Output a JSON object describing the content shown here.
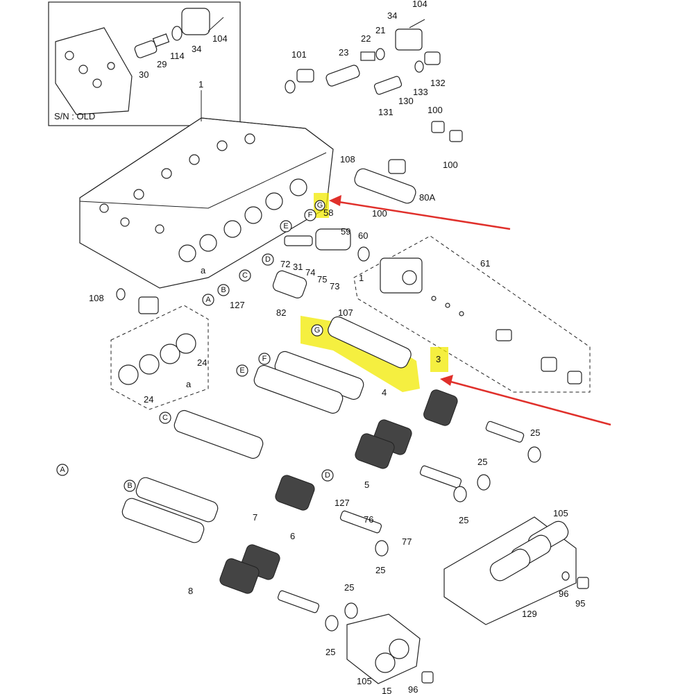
{
  "inset": {
    "sn_label": "S/N : OLD",
    "parts": [
      "30",
      "29",
      "114",
      "34",
      "104"
    ]
  },
  "part_labels": {
    "p1": "1",
    "p104a": "104",
    "p34": "34",
    "p21": "21",
    "p22": "22",
    "p23": "23",
    "p101": "101",
    "p132": "132",
    "p133": "133",
    "p130": "130",
    "p131": "131",
    "p100a": "100",
    "p100b": "100",
    "p108a": "108",
    "p80a": "80A",
    "p58": "58",
    "p100c": "100",
    "p59": "59",
    "p60": "60",
    "p61": "61",
    "p72": "72",
    "p31": "31",
    "p74": "74",
    "p75": "75",
    "p73": "73",
    "p127a": "127",
    "p82": "82",
    "p108b": "108",
    "p107": "107",
    "p1b": "1",
    "p24a": "24",
    "p24b": "24",
    "p3": "3",
    "p4": "4",
    "p25a": "25",
    "p25b": "25",
    "p25c": "25",
    "p25d": "25",
    "p5": "5",
    "p127b": "127",
    "p76": "76",
    "p77": "77",
    "p6": "6",
    "p7": "7",
    "p8": "8",
    "p105a": "105",
    "p96a": "96",
    "p95": "95",
    "p129": "129",
    "p25e": "25",
    "p25f": "25",
    "p105b": "105",
    "p15": "15",
    "p96b": "96",
    "pa": "a",
    "pa2": "a"
  },
  "circle_labels": [
    "A",
    "B",
    "C",
    "D",
    "E",
    "F",
    "G"
  ]
}
